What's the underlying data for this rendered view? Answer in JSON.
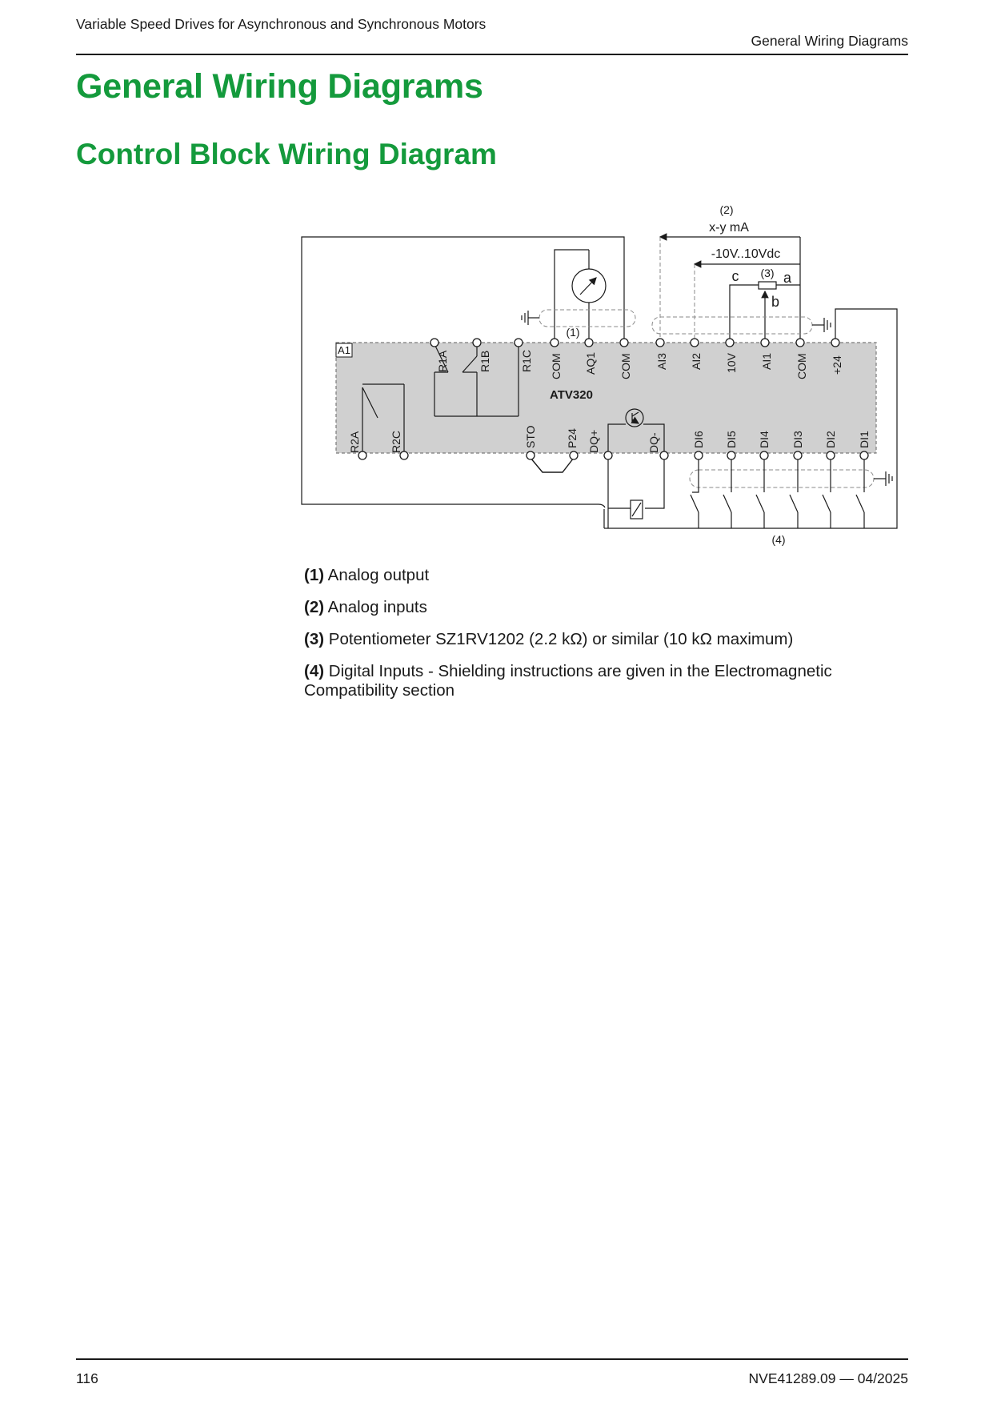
{
  "header": {
    "left": "Variable Speed Drives for Asynchronous and Synchronous Motors",
    "right": "General Wiring Diagrams"
  },
  "title": "General Wiring Diagrams",
  "subtitle": "Control Block Wiring Diagram",
  "diagram": {
    "device_tag": "A1",
    "device_name": "ATV320",
    "callouts": {
      "analog_output": "(1)",
      "analog_inputs": "(2)",
      "potentiometer": "(3)",
      "digital_inputs": "(4)"
    },
    "signal_labels": {
      "current": "x-y mA",
      "voltage": "-10V..10Vdc",
      "pot_c": "c",
      "pot_a": "a",
      "pot_b": "b"
    },
    "top_terminals": [
      "R1A",
      "R1B",
      "R1C",
      "COM",
      "AQ1",
      "COM",
      "AI3",
      "AI2",
      "10V",
      "AI1",
      "COM",
      "+24"
    ],
    "bottom_terminals": [
      "R2A",
      "R2C",
      "STO",
      "P24",
      "DQ+",
      "DQ-",
      "DI6",
      "DI5",
      "DI4",
      "DI3",
      "DI2",
      "DI1"
    ]
  },
  "notes": [
    {
      "ref": "(1)",
      "text": "Analog output"
    },
    {
      "ref": "(2)",
      "text": "Analog inputs"
    },
    {
      "ref": "(3)",
      "text": "Potentiometer SZ1RV1202 (2.2 kΩ) or similar (10 kΩ maximum)"
    },
    {
      "ref": "(4)",
      "text": "Digital Inputs - Shielding instructions are given in the Electromagnetic Compatibility section"
    }
  ],
  "footer": {
    "page": "116",
    "doc": "NVE41289.09 — 04/2025"
  }
}
